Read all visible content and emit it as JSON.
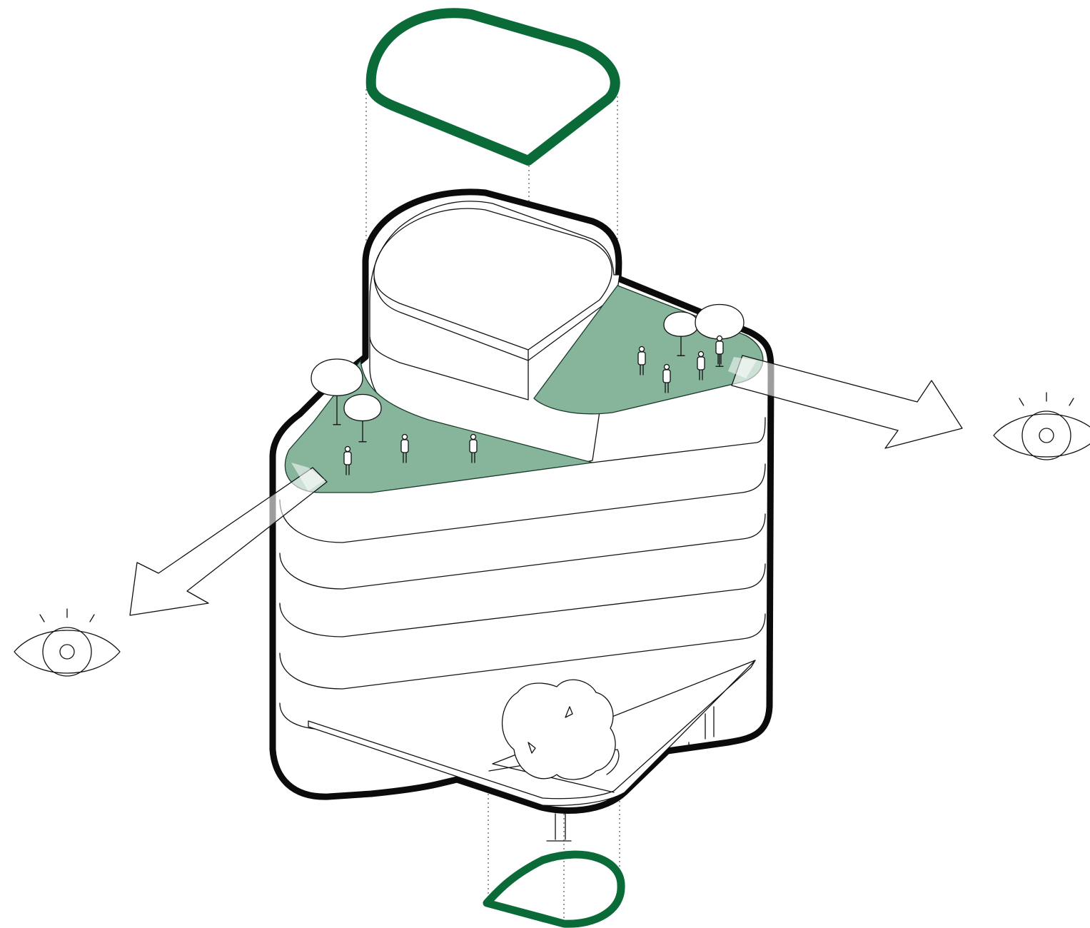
{
  "colors": {
    "outline_green": "#0a6b39",
    "terrace_green": "#86b59c",
    "building_outline": "#0b0b0b",
    "line": "#111111",
    "background": "#ffffff"
  },
  "icons": [
    "eye-icon",
    "arrow-icon",
    "tree-icon",
    "person-icon"
  ],
  "diagram": {
    "upper_floorplate": "green-outline",
    "lower_floorplate": "green-outline",
    "terraces": 2,
    "trees_on_terraces": 4,
    "people_on_terraces": 7,
    "ground_tree": 1,
    "view_arrows": 2,
    "eyes": 2,
    "floor_bands": 5
  }
}
